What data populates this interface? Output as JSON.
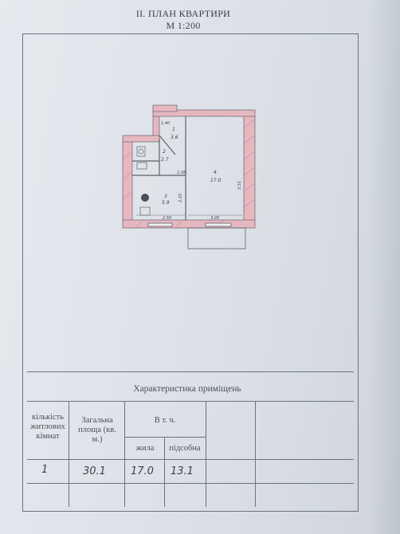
{
  "heading": {
    "line1": "ІІ. ПЛАН КВАРТИРИ",
    "line2": "М 1:200"
  },
  "plan": {
    "rooms": [
      {
        "number": "1",
        "area": "3.6"
      },
      {
        "number": "2",
        "area": "2.7"
      },
      {
        "number": "3",
        "area": "5.9"
      },
      {
        "number": "4",
        "area": "17.0"
      }
    ],
    "dimensions": [
      "1.40",
      "1.08",
      "2.35",
      "5.51",
      "2.50",
      "3.05"
    ]
  },
  "table": {
    "caption": "Характеристика приміщень",
    "headers": {
      "rooms_count": "кількість житлових кімнат",
      "total_area": "Загальна площа (кв. м.)",
      "including": "В т. ч.",
      "living": "жила",
      "auxiliary": "підсобна"
    },
    "values": {
      "rooms_count": "1",
      "total_area": "30.1",
      "living": "17.0",
      "auxiliary": "13.1"
    }
  }
}
